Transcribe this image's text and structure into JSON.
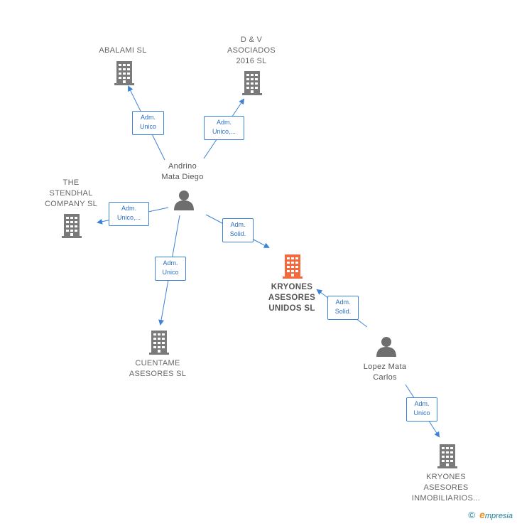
{
  "nodes": {
    "abalami": {
      "label": "ABALAMI  SL"
    },
    "dv": {
      "label": "D & V\nASOCIADOS\n2016  SL"
    },
    "andrino": {
      "label": "Andrino\nMata Diego"
    },
    "stendhal": {
      "label": "THE\nSTENDHAL\nCOMPANY  SL"
    },
    "kryones": {
      "label": "KRYONES\nASESORES\nUNIDOS  SL"
    },
    "cuentame": {
      "label": "CUENTAME\nASESORES  SL"
    },
    "lopez": {
      "label": "Lopez Mata\nCarlos"
    },
    "kryones_inmo": {
      "label": "KRYONES\nASESORES\nINMOBILIARIOS..."
    }
  },
  "edges": {
    "e1": "Adm.\nUnico",
    "e2": "Adm.\nUnico,...",
    "e3": "Adm.\nUnico,...",
    "e4": "Adm.\nSolid.",
    "e5": "Adm.\nUnico",
    "e6": "Adm.\nSolid.",
    "e7": "Adm.\nUnico"
  },
  "footer": {
    "copyright": "©",
    "brand_initial": "e",
    "brand_rest": "mpresia"
  },
  "colors": {
    "company": "#7a7a7a",
    "focus_company": "#f26a3d",
    "person": "#6e6e6e",
    "edge": "#3c82d6"
  }
}
